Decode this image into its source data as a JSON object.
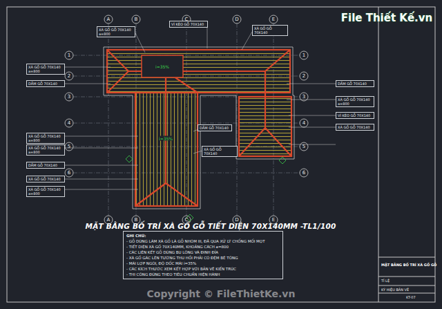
{
  "diagram": {
    "title": "MẶT BẰNG BỐ TRÍ XÀ GỒ GỖ TIẾT DIỆN 70X140MM -TL1/100",
    "nodes": [
      {
        "text": [
          "XÀ GỒ GỖ 70X140 a=800"
        ]
      },
      {
        "text": [
          "VÌ KÈO GỖ 70X140"
        ]
      },
      {
        "text": [
          "XÀ GỒ GỖ 70X140"
        ]
      },
      {
        "text": [
          "XÀ GỒ GỖ 70X140 a=800"
        ]
      },
      {
        "text": [
          "DẦM GỖ 70X140"
        ]
      },
      {
        "text": [
          "XÀ GỒ GỖ 70X140 a=800"
        ]
      },
      {
        "text": [
          "XÀ GỒ GỖ 70X140 a=800"
        ]
      },
      {
        "text": [
          "DẦM GỖ 70X140"
        ]
      },
      {
        "text": [
          "XÀ GỒ GỖ 70X140"
        ]
      },
      {
        "text": [
          "XÀ GỒ GỖ 70X140 a=800"
        ]
      },
      {
        "text": [
          "DẦM GỖ 70X140"
        ]
      },
      {
        "text": [
          "XÀ GỒ GỖ 70X140 a=800"
        ]
      },
      {
        "text": [
          "VÌ KÈO GỖ 70X140"
        ]
      },
      {
        "text": [
          "XÀ GỒ GỖ 70X140"
        ]
      },
      {
        "text": [
          "DẦM GỖ 70X140"
        ]
      },
      {
        "text": [
          "XÀ GỒ GỖ 70X140"
        ]
      },
      {
        "text": [
          "GHI CHÚ:",
          "- GỖ DÙNG LÀM XÀ GỒ LÀ GỖ NHÓM III, ĐÃ QUA XỬ LÝ CHỐNG MỐI MỌT",
          "- TIẾT DIỆN XÀ GỒ 70X140MM, KHOẢNG CÁCH a=800",
          "- CÁC LIÊN KẾT GỖ DÙNG BU LÔNG VÀ ĐINH ĐỈA",
          "- XÀ GỒ GÁC LÊN TƯỜNG THU HỒI PHẢI CÓ ĐỆM BÊ TÔNG",
          "- MÁI LỢP NGÓI, ĐỘ DỐC MÁI i=35%",
          "- CÁC KÍCH THƯỚC XEM KẾT HỢP VỚI BẢN VẼ KIẾN TRÚC",
          "- THI CÔNG ĐÚNG THEO TIÊU CHUẨN HIỆN HÀNH"
        ]
      }
    ],
    "labels": [
      "A",
      "B",
      "C",
      "D",
      "E",
      "A",
      "B",
      "C",
      "D",
      "E",
      "1",
      "2",
      "3",
      "4",
      "5",
      "6",
      "1",
      "2",
      "3",
      "4",
      "5",
      "6",
      "MẶT BẰNG BỐ TRÍ XÀ GỒ GỖ",
      "TỈ LỆ",
      "KÝ HIỆU BẢN VẼ",
      "KT-07",
      "Copyright © FileThietKe.vn",
      "File Thiết Kế.vn",
      "i=35%",
      "i=35%"
    ]
  }
}
